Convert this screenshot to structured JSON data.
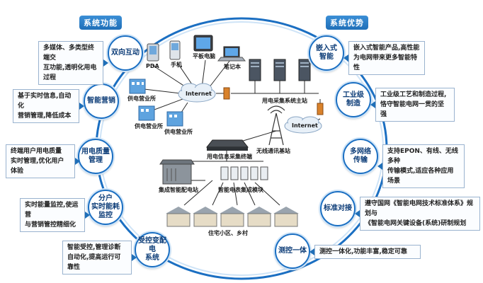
{
  "titles": {
    "left": "系统功能",
    "right": "系统优势"
  },
  "left_nodes": [
    {
      "label": "双向互动",
      "desc": "多媒体、多类型终端交\n互功能,透明化用电过程"
    },
    {
      "label": "智能营销",
      "desc": "基于实时信息,自动化\n营销管理,降低成本"
    },
    {
      "label": "用电质量\n管理",
      "desc": "终端用户用电质量\n实时管理,优化用户体验"
    },
    {
      "label": "分户\n实时能耗\n监控",
      "desc": "实时能量监控,使运营\n与营销管控精细化"
    },
    {
      "label": "受控变配电\n系统",
      "desc": "智能受控,管理诊断\n自动化,提高运行可靠性"
    }
  ],
  "right_nodes": [
    {
      "label": "嵌入式\n智能",
      "desc": "嵌入式智能产品,高性能\n为电网带来更多智能特性"
    },
    {
      "label": "工业级\n制造",
      "desc": "工业级工艺和制造过程,\n恪守智能电网一贯的坚强"
    },
    {
      "label": "多网络\n传输",
      "desc": "支持EPON、有线、无线多种\n传输模式,适应各种应用场景"
    },
    {
      "label": "标准对接",
      "desc": "遵守国网《智能电网技术标准体系》规划与\n《智能电网关键设备(系统)研制规划"
    },
    {
      "label": "测控一体",
      "desc": "测控一体化,功能丰富,稳定可靠"
    }
  ],
  "center": {
    "devices": {
      "pda": "PDA",
      "phone": "手机",
      "tablet": "平板电脑",
      "laptop": "笔记本"
    },
    "internet1": "Internet",
    "internet2": "Internet",
    "offices": [
      "供电营业所",
      "供电营业所",
      "供电营业所"
    ],
    "main_station": "用电采集系统主站",
    "base_station": "无线通讯基站",
    "terminal": "用电信息采集终端",
    "substation": "集成智能配电站",
    "meter_module": "智能电表集成模块",
    "houses": "住宅小区、乡村"
  },
  "colors": {
    "ring": "#1b6fc2",
    "accent": "#1f6fb8",
    "node_text": "#0d3d78"
  }
}
